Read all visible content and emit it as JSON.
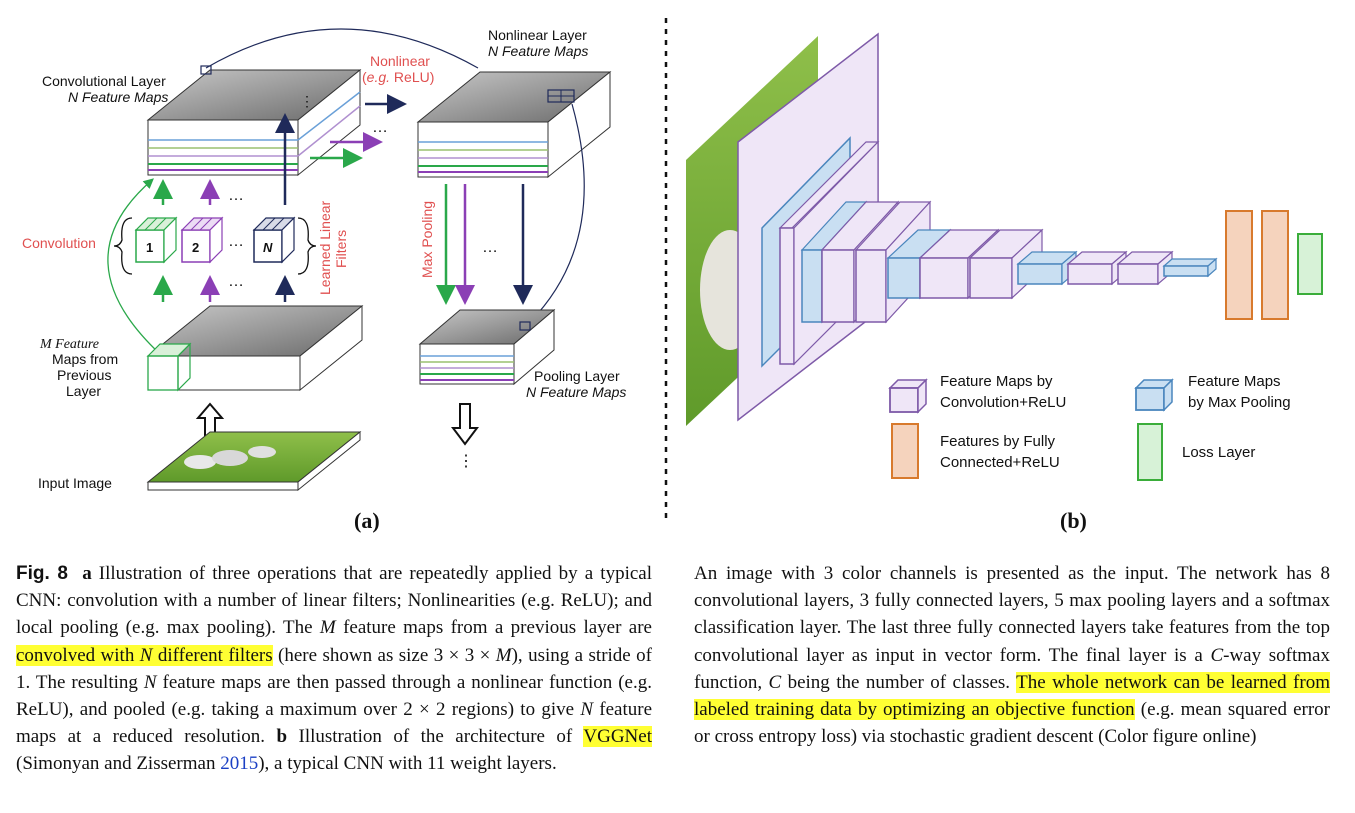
{
  "panel_a": {
    "conv_layer_label_1": "Convolutional Layer",
    "conv_layer_label_2": "N Feature Maps",
    "nonlinear_layer_label_1": "Nonlinear Layer",
    "nonlinear_layer_label_2": "N Feature Maps",
    "nonlinear_op_1": "Nonlinear",
    "nonlinear_op_2_eg": "e.g.",
    "nonlinear_op_2_rest": " ReLU)",
    "convolution_label": "Convolution",
    "filter_1": "1",
    "filter_2": "2",
    "filter_n": "N",
    "learned_filters_1": "Learned Linear",
    "learned_filters_2": "Filters",
    "max_pooling_label": "Max Pooling",
    "prev_maps_1": "M Feature",
    "prev_maps_2": "Maps from",
    "prev_maps_3": "Previous",
    "prev_maps_4": "Layer",
    "pooling_layer_1": "Pooling Layer",
    "pooling_layer_2": "N Feature Maps",
    "input_image_label": "Input Image",
    "ellipsis": "…",
    "panel_label": "(a)"
  },
  "panel_b": {
    "legend_conv_1": "Feature Maps by",
    "legend_conv_2": "Convolution+ReLU",
    "legend_pool_1": "Feature Maps",
    "legend_pool_2": "by Max Pooling",
    "legend_fc_1": "Features by Fully",
    "legend_fc_2": "Connected+ReLU",
    "legend_loss": "Loss Layer",
    "panel_label": "(b)"
  },
  "colors": {
    "conv_fill": "#efe6f7",
    "conv_stroke": "#7e5aa8",
    "pool_fill": "#c9dff2",
    "pool_stroke": "#4a86bd",
    "fc_fill": "#f5d3bd",
    "fc_stroke": "#d87a2d",
    "loss_fill": "#d7f2d7",
    "loss_stroke": "#3aad3a",
    "green": "#2aa84a",
    "purple": "#8b3fb5",
    "navy": "#1f2a5a",
    "red": "#e05050",
    "highlight": "#ffff33",
    "ref": "#1a3fc4"
  },
  "caption_left": {
    "fig": "Fig. 8",
    "a": "a",
    "t1": " Illustration of three operations that are repeatedly applied by a typical CNN: convolution with a number of linear filters; Nonlinearities (e.g. ReLU); and local pooling (e.g. max pooling). The ",
    "M1": "M",
    "t2": " feature maps from a previous layer are ",
    "hl1": "convolved with ",
    "hlN": "N",
    "hl2": " different filters",
    "t3": " (here shown as size 3 × 3 × ",
    "M2": "M",
    "t4": "), using a stride of 1. The resulting ",
    "N2": "N",
    "t5": " feature maps are then passed through a nonlinear function (e.g. ReLU), and pooled (e.g. taking a maximum over 2 × 2 regions) to give ",
    "N3": "N",
    "t6": " feature maps at a reduced resolution. ",
    "b": "b",
    "t7": " Illustration of the architecture of ",
    "vgg": "VGGNet",
    "t8": " (Simonyan and Zisserman ",
    "year": "2015",
    "t9": "), a typical CNN with 11 weight layers."
  },
  "caption_right": {
    "t1": "An image with 3 color channels is presented as the input. The network has 8 convolutional layers, 3 fully connected layers, 5 max pooling layers and a softmax classification layer. The last three fully connected layers take features from the top convolutional layer as input in vector form. The final layer is a ",
    "C1": "C",
    "t2": "-way softmax function, ",
    "C2": "C",
    "t3": " being the number of classes. ",
    "hl": "The whole network can be learned from labeled training data by optimizing an objective function",
    "t4": " (e.g. mean squared error or cross entropy loss) via stochastic gradient descent (Color figure online)"
  }
}
